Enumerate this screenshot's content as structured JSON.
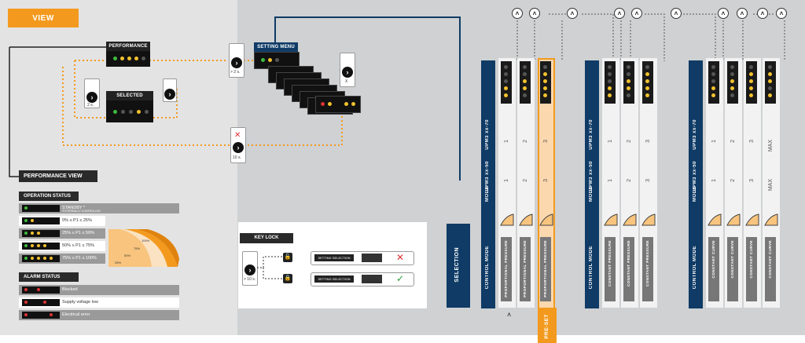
{
  "view_label": "VIEW",
  "performance": {
    "title": "PERFORMANCE"
  },
  "selected_setting": {
    "title": "SELECTED SETTING"
  },
  "setting_menu": {
    "title": "SETTING MENU"
  },
  "hold_2s_a": "> 2 s.",
  "hold_2s_b": "2 s.",
  "hold_10s": "10 s.",
  "x_label": "X",
  "performance_view": "PERFORMANCE VIEW",
  "operation_status": {
    "title": "OPERATION STATUS",
    "rows": [
      {
        "text": "STANDBY *",
        "sub": "*EXTERNALLY CONTROLLED"
      },
      {
        "text": "0% ≤ P1 ≤ 25%"
      },
      {
        "text": "25% ≤ P1 ≤ 50%"
      },
      {
        "text": "50% ≤ P1 ≤ 75%"
      },
      {
        "text": "75% ≤ P1 ≤ 100%"
      }
    ],
    "wedge": [
      "25%",
      "50%",
      "75%",
      "100%"
    ]
  },
  "alarm_status": {
    "title": "ALARM STATUS",
    "rows": [
      {
        "text": "Blocked"
      },
      {
        "text": "Supply voltage low"
      },
      {
        "text": "Electrical error"
      }
    ]
  },
  "key_lock": {
    "title": "KEY LOCK",
    "hold": "> 10 s.",
    "setting_selection": "SETTING SELECTION"
  },
  "selection_label": "SELECTION",
  "groups": [
    {
      "control_mode": "CONTROL MODE",
      "mode": "MODE",
      "upm50": "UPM3 xx-50",
      "upm70": "UPM3 xx-70",
      "columns": [
        {
          "n1": "1",
          "n2": "1",
          "label": "PROPORTIONAL PRESSURE"
        },
        {
          "n1": "2",
          "n2": "2",
          "label": "PROPORTIONAL PRESSURE"
        },
        {
          "n1": "3",
          "n2": "3",
          "label": "PROPORTIONAL PRESSURE"
        }
      ]
    },
    {
      "control_mode": "CONTROL MODE",
      "mode": "MODE",
      "upm50": "UPM3 xx-50",
      "upm70": "UPM3 xx-70",
      "columns": [
        {
          "n1": "1",
          "n2": "1",
          "label": "CONSTANT PRESSURE"
        },
        {
          "n1": "2",
          "n2": "2",
          "label": "CONSTANT PRESSURE"
        },
        {
          "n1": "3",
          "n2": "3",
          "label": "CONSTANT PRESSURE"
        }
      ]
    },
    {
      "control_mode": "CONTROL MODE",
      "mode": "MODE",
      "upm50": "UPM3 xx-50",
      "upm70": "UPM3 xx-70",
      "columns": [
        {
          "n1": "1",
          "n2": "1",
          "label": "CONSTANT CURVE"
        },
        {
          "n1": "2",
          "n2": "2",
          "label": "CONSTANT CURVE"
        },
        {
          "n1": "3",
          "n2": "3",
          "label": "CONSTANT CURVE"
        },
        {
          "n1": "MAX",
          "n2": "MAX",
          "label": "CONSTANT CURVE"
        }
      ]
    }
  ],
  "preset_label": "PRE-SET",
  "colors": {
    "orange": "#f39a1e",
    "navy": "#0f3b66",
    "green": "#3dbb3d",
    "yellow": "#f2c12e",
    "red": "#d33"
  }
}
